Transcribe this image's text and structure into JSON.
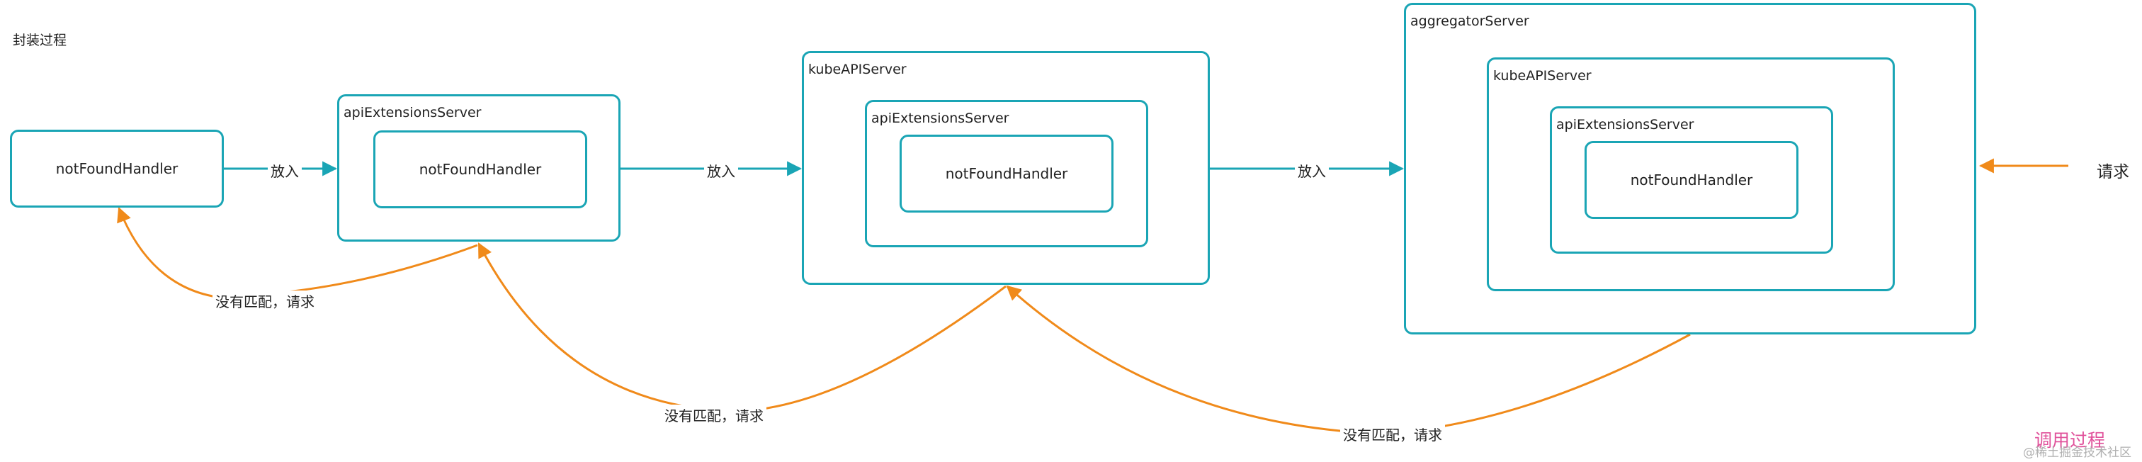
{
  "title": "封装过程",
  "colors": {
    "box_border": "#1aa5b5",
    "teal_arrow": "#1aa5b5",
    "orange_arrow": "#f08a1a",
    "watermark_pink": "#e0509a"
  },
  "labels": {
    "not_found_handler": "notFoundHandler",
    "api_extensions_server": "apiExtensionsServer",
    "kube_api_server": "kubeAPIServer",
    "aggregator_server": "aggregatorServer"
  },
  "edges": {
    "put_in": "放入",
    "no_match_request": "没有匹配，请求",
    "request": "请求"
  },
  "footer": {
    "call_process": "调用过程",
    "watermark": "@稀土掘金技术社区"
  }
}
